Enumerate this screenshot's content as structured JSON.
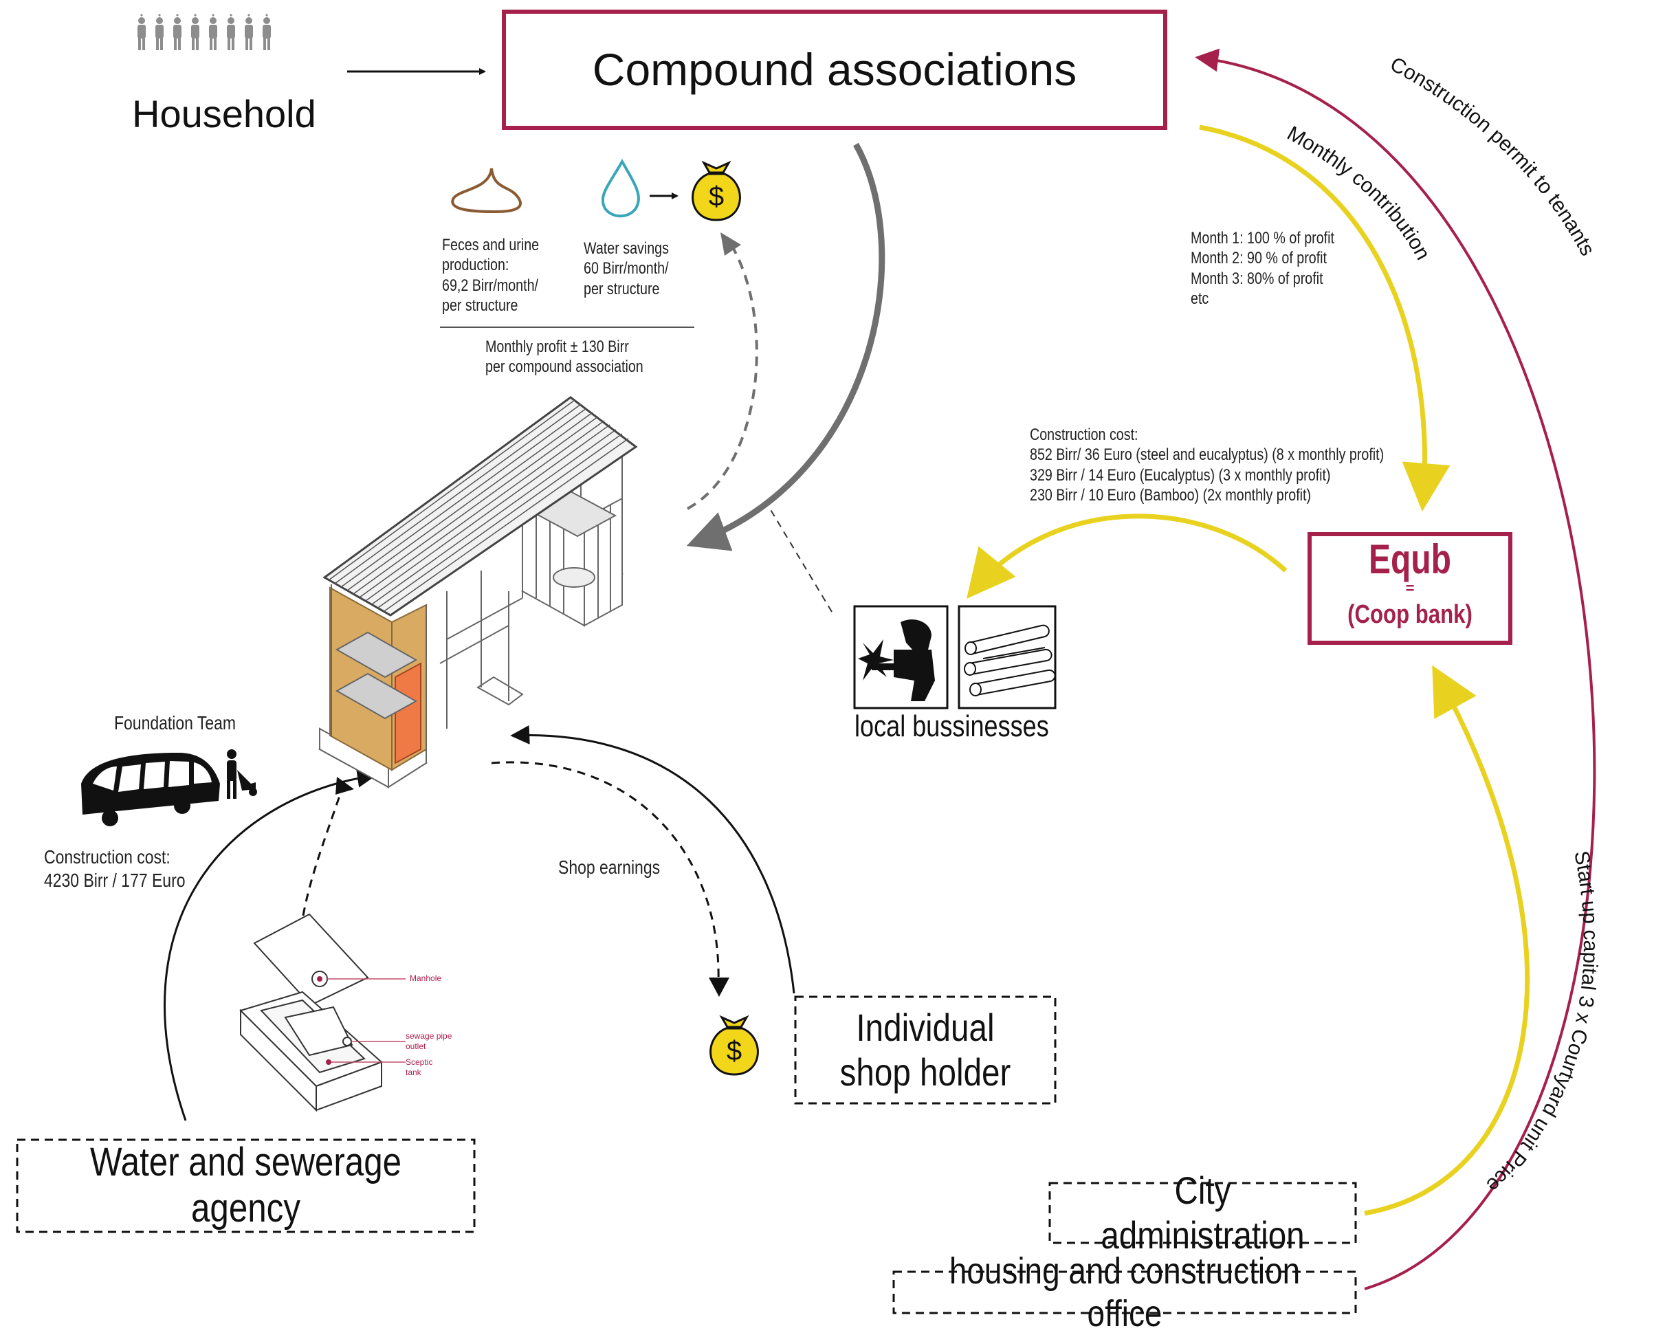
{
  "colors": {
    "maroon": "#a5204b",
    "yellow": "#e8d21f",
    "gray_arrow": "#6f6f6f",
    "black": "#111111",
    "coin": "#f1d619",
    "feces": "#8a5a33",
    "water": "#3aa6b9",
    "orange_panel": "#ef7a45",
    "tan_panel": "#d9aa62"
  },
  "nodes": {
    "household": "Household",
    "compound": "Compound associations",
    "equb_title": "Equb",
    "equb_eq": "=",
    "equb_sub": "(Coop bank)",
    "local_businesses": "local bussinesses",
    "individual_shop": "Individual\nshop holder",
    "water_agency": "Water and sewerage agency",
    "city_admin": "City administration",
    "housing_office": "housing and construction office",
    "foundation_team": "Foundation Team"
  },
  "labels": {
    "feces": "Feces and urine\nproduction:\n69,2 Birr/month/\nper structure",
    "water_savings": "Water savings\n60 Birr/month/\nper structure",
    "monthly_profit": "Monthly profit ± 130 Birr\nper compound association",
    "monthly_schedule": "Month 1: 100 % of profit\nMonth 2: 90 % of profit\nMonth 3: 80% of profit\netc",
    "construction_cost_local": "Construction cost:\n852 Birr/ 36 Euro (steel and eucalyptus) (8 x monthly profit)\n329 Birr / 14 Euro (Eucalyptus) (3 x monthly profit)\n230 Birr / 10 Euro (Bamboo) (2x monthly profit)",
    "construction_cost_foundation": "Construction cost:\n4230 Birr / 177 Euro",
    "shop_earnings": "Shop earnings",
    "manhole": "Manhole",
    "sewage_pipe": "sewage pipe\noutlet",
    "septic_tank": "Sceptic\ntank"
  },
  "curved_labels": {
    "monthly_contribution": "Monthly contribution",
    "construction_permit": "Construction permit to tenants",
    "startup_capital": "Start up capital 3 x Courtyard unit Price"
  },
  "icons": {
    "household_people": "people-icon",
    "feces": "feces-drop-icon",
    "water": "water-drop-icon",
    "money_bag": "money-bag-icon",
    "welder": "welder-icon",
    "timber": "timber-logs-icon",
    "bus": "bus-icon",
    "worker": "worker-wheelbarrow-icon"
  }
}
